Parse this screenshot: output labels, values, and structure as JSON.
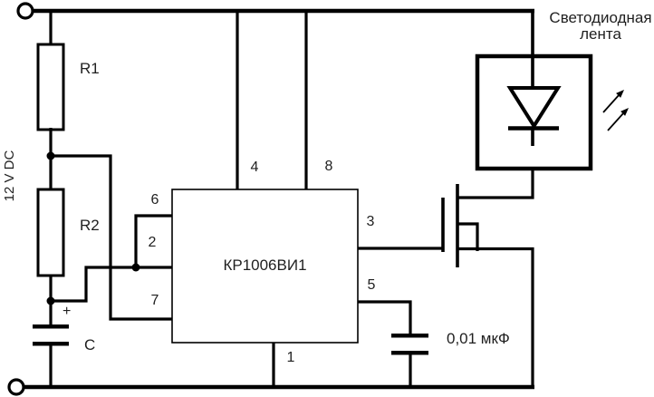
{
  "colors": {
    "line": "#000000",
    "text": "#1f1f1f",
    "background": "#ffffff"
  },
  "power": {
    "supply_label": "12 V DC",
    "polarity_plus": "+"
  },
  "components": {
    "r1": {
      "label": "R1"
    },
    "r2": {
      "label": "R2"
    },
    "c": {
      "label": "C"
    },
    "ic": {
      "label": "КР1006ВИ1",
      "pins": {
        "p1": "1",
        "p2": "2",
        "p3": "3",
        "p4": "4",
        "p5": "5",
        "p6": "6",
        "p7": "7",
        "p8": "8"
      }
    },
    "timing_cap": {
      "value": "0,01 мкФ"
    },
    "led_strip": {
      "label_line1": "Светодиодная",
      "label_line2": "лента"
    }
  }
}
